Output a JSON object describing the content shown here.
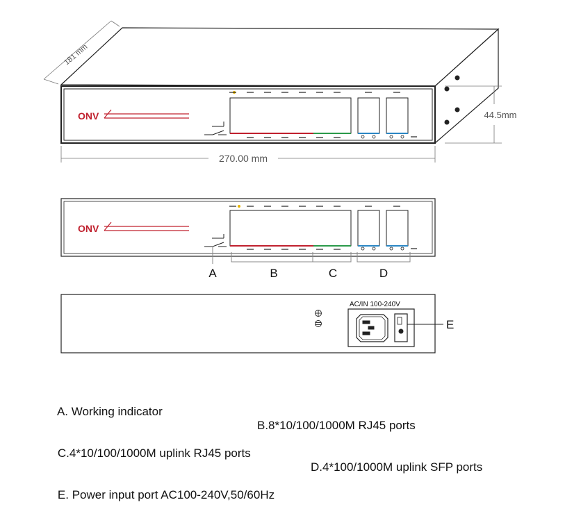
{
  "brand": "ONV",
  "dimensions": {
    "depth": "181 mm",
    "width": "270.00 mm",
    "height": "44.5mm"
  },
  "rear_panel": {
    "power_rating": "AC/IN 100-240V"
  },
  "callouts": {
    "a": "A",
    "b": "B",
    "c": "C",
    "d": "D",
    "e": "E"
  },
  "legend": {
    "a": "A. Working indicator",
    "b": "B.8*10/100/1000M RJ45 ports",
    "c": "C.4*10/100/1000M uplink RJ45 ports",
    "d": "D.4*100/1000M uplink SFP ports",
    "e": "E. Power input port AC100-240V,50/60Hz"
  },
  "colors": {
    "rj45_strip": "#c0202e",
    "uplink_strip": "#2a9a4a",
    "sfp_strip": "#2a86c4",
    "indicator_led": "#e6b400",
    "brand_red": "#c0202e"
  }
}
